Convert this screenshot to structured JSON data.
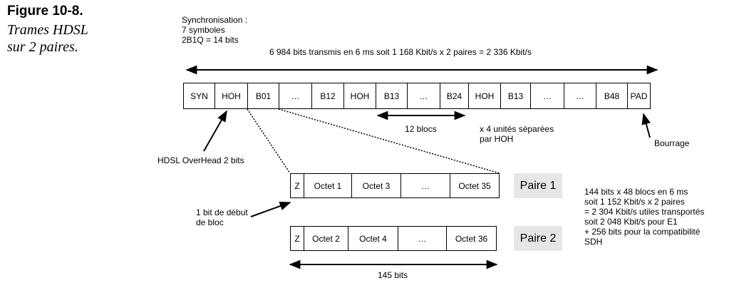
{
  "figure": {
    "number": "Figure 10-8.",
    "caption_line1": "Trames HDSL",
    "caption_line2": "sur 2 paires."
  },
  "sync_note": {
    "line1": "Synchronisation :",
    "line2": "7 symboles",
    "line3": "2B1Q = 14 bits"
  },
  "total_bits": "6 984  bits transmis en 6 ms soit 1 168 Kbit/s x 2 paires = 2 336 Kbit/s",
  "frame_cells": [
    "SYN",
    "HOH",
    "B01",
    "…",
    "B12",
    "HOH",
    "B13",
    "…",
    "B24",
    "HOH",
    "B13",
    "…",
    "…",
    "B48",
    "PAD"
  ],
  "blocs_label": "12 blocs",
  "units_note": {
    "line1": "x 4 unités séparées",
    "line2": "par HOH"
  },
  "bourrage": "Bourrage",
  "hoh_note": "HDSL OverHead 2 bits",
  "start_bit_note": {
    "line1": "1 bit de début",
    "line2": "de bloc"
  },
  "pair1": {
    "cells": [
      "Z",
      "Octet 1",
      "Octet 3",
      "…",
      "Octet 35"
    ],
    "label": "Paire 1"
  },
  "pair2": {
    "cells": [
      "Z",
      "Octet 2",
      "Octet 4",
      "…",
      "Octet 36"
    ],
    "label": "Paire 2"
  },
  "bits145": "145 bits",
  "right_note": {
    "line1": "144 bits x 48 blocs en 6 ms",
    "line2": "soit 1 152 Kbit/s x 2 paires",
    "line3": "= 2 304 Kbit/s utiles transportés",
    "line4": "soit 2 048 Kbit/s pour E1",
    "line5": "+ 256 bits pour la compatibilité",
    "line6": "SDH"
  }
}
